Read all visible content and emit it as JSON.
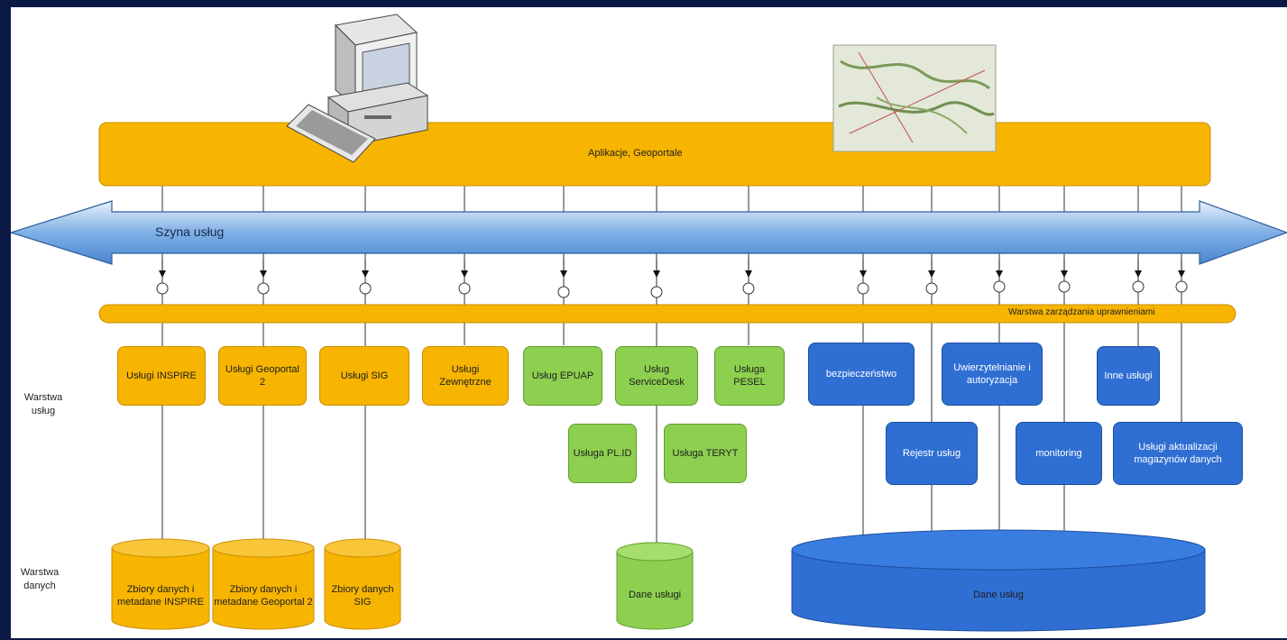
{
  "apps_bar": {
    "label": "Aplikacje, Geoportale"
  },
  "bus": {
    "label": "Szyna usług"
  },
  "mgmt_layer": {
    "label": "Warstwa zarządzania uprawnieniami"
  },
  "layers": {
    "services": "Warstwa usług",
    "data": "Warstwa danych"
  },
  "services": {
    "inspire": "Usługi INSPIRE",
    "geoportal2": "Usługi Geoportal 2",
    "sig": "Usługi SIG",
    "external": "Usługi Zewnętrzne",
    "epuap": "Usług EPUAP",
    "servicedesk": "Usług ServiceDesk",
    "pesel": "Usługa PESEL",
    "plid": "Usługa PL.ID",
    "teryt": "Usługa TERYT",
    "security": "bezpieczeństwo",
    "auth": "Uwierzytelnianie i autoryzacja",
    "other": "Inne usługi",
    "registry": "Rejestr usług",
    "monitoring": "monitoring",
    "update": "Usługi aktualizacji magazynów danych"
  },
  "data_stores": {
    "inspire": "Zbiory danych i metadane INSPIRE",
    "geoportal2": "Zbiory danych i metadane Geoportal 2",
    "sig": "Zbiory danych SIG",
    "service_data": "Dane usługi",
    "services_data": "Dane usług"
  },
  "colors": {
    "yellow": "#f7b400",
    "green": "#8dd04f",
    "blue": "#2f6fd3",
    "background": "#0a1a44"
  },
  "icons": [
    "computer-icon",
    "map-thumbnail-icon"
  ]
}
